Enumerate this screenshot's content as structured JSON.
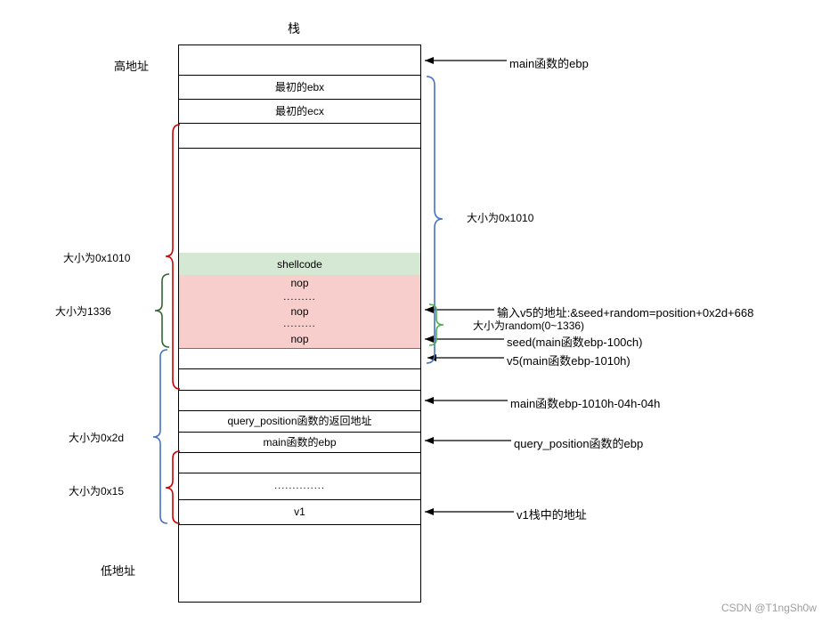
{
  "title": "栈",
  "watermark": "CSDN @T1ngSh0w",
  "colors": {
    "shellcode_bg": "#d5e8d4",
    "shellcode_border": "#82b366",
    "nop_bg": "#f8cecc",
    "nop_border": "#b85450",
    "brace_red": "#cc0000",
    "brace_blue": "#4472c4",
    "brace_dark_green": "#336633",
    "brace_green": "#4caf50",
    "arrow": "#000000",
    "stack_border": "#000000"
  },
  "stack": {
    "rows": [
      {
        "label": ""
      },
      {
        "label": "最初的ebx"
      },
      {
        "label": "最初的ecx"
      },
      {
        "label": ""
      },
      {
        "label": ""
      },
      {
        "label": "shellcode"
      },
      {
        "label": "nop"
      },
      {
        "label": "........."
      },
      {
        "label": "nop"
      },
      {
        "label": "........."
      },
      {
        "label": "nop"
      },
      {
        "label": ""
      },
      {
        "label": ""
      },
      {
        "label": ""
      },
      {
        "label": "query_position函数的返回地址"
      },
      {
        "label": "main函数的ebp"
      },
      {
        "label": ""
      },
      {
        "label": ".............."
      },
      {
        "label": "v1"
      },
      {
        "label": ""
      }
    ]
  },
  "labels": {
    "high_address": "高地址",
    "low_address": "低地址",
    "left_size_0x1010": "大小为0x1010",
    "left_size_1336": "大小为1336",
    "left_size_0x2d": "大小为0x2d",
    "left_size_0x15": "大小为0x15",
    "right_size_0x1010": "大小为0x1010",
    "right_size_random": "大小为random(0~1336)"
  },
  "annotations": {
    "main_ebp": "main函数的ebp",
    "input_v5": "输入v5的地址:&seed+random=position+0x2d+668",
    "seed": "seed(main函数ebp-100ch)",
    "v5": "v5(main函数ebp-1010h)",
    "main_ebp_offset": "main函数ebp-1010h-04h-04h",
    "query_position_ebp": "query_position函数的ebp",
    "v1_addr": "v1栈中的地址"
  }
}
